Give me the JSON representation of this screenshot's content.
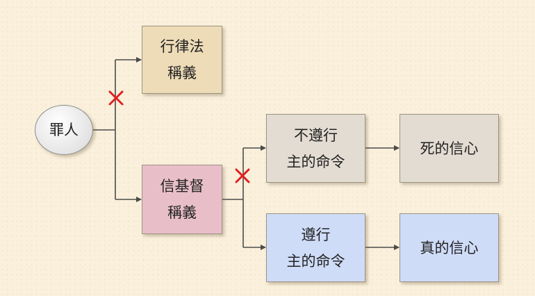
{
  "nodes": {
    "sinner": "罪人",
    "law": "行律法\n稱義",
    "faith": "信基督\n稱義",
    "disobey": "不遵行\n主的命令",
    "obey": "遵行\n主的命令",
    "dead_faith": "死的信心",
    "true_faith": "真的信心"
  },
  "colors": {
    "law_fill": "#eedcb8",
    "faith_fill": "#e8bfc9",
    "disobey_fill": "#e3dcd2",
    "obey_fill": "#cfdcf8",
    "dead_fill": "#e3dcd2",
    "true_fill": "#cfdcf8",
    "line": "#4a4a4a",
    "cross": "#e02020"
  },
  "icons": [
    "arrow-icon",
    "cross-icon"
  ]
}
